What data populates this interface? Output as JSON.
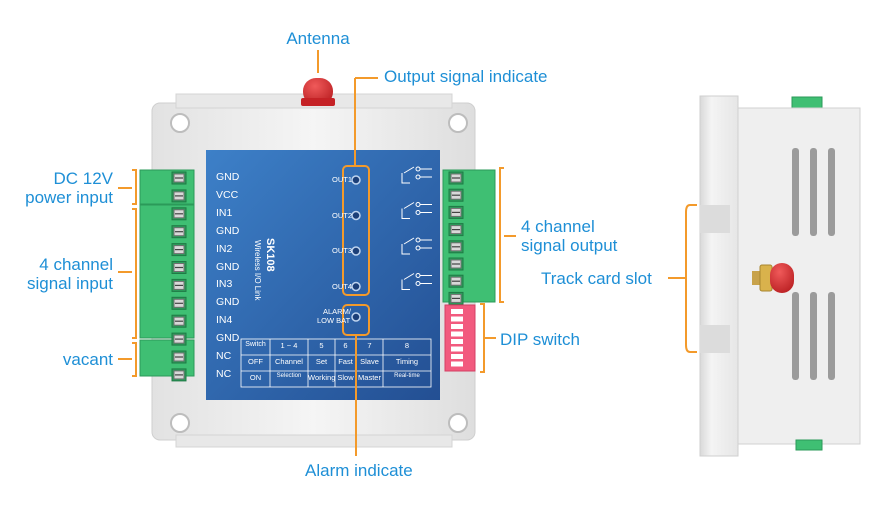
{
  "callouts": {
    "antenna": "Antenna",
    "output_signal": "Output signal indicate",
    "dc_line1": "DC 12V",
    "dc_line2": "power input",
    "signal_in_line1": "4 channel",
    "signal_in_line2": "signal input",
    "vacant": "vacant",
    "signal_out_line1": "4 channel",
    "signal_out_line2": "signal output",
    "dip_switch": "DIP switch",
    "alarm": "Alarm indicate",
    "track_slot": "Track card slot"
  },
  "device": {
    "model": "SK108",
    "subtitle": "Wireless I/O Link",
    "pins": [
      "GND",
      "VCC",
      "IN1",
      "GND",
      "IN2",
      "GND",
      "IN3",
      "GND",
      "IN4",
      "GND",
      "NC",
      "NC"
    ],
    "outputs": [
      "OUT1",
      "OUT2",
      "OUT3",
      "OUT4"
    ],
    "alarm_line1": "ALARM/",
    "alarm_line2": "LOW BAT",
    "switch_table": {
      "rows": [
        [
          "Switch",
          "1 ~ 4",
          "5",
          "6",
          "7",
          "8"
        ],
        [
          "OFF",
          "Channel",
          "Set",
          "Fast",
          "Slave",
          "Timing"
        ],
        [
          "ON",
          "Selection",
          "Working",
          "Slow",
          "Master",
          "Real-time"
        ]
      ]
    }
  },
  "colors": {
    "callout": "#1e8fd6",
    "panel_blue": "#2f6db6",
    "terminal_green": "#3fbf73",
    "antenna_red": "#d8272b",
    "enclosure": "#ececec",
    "bracket_orange": "#f39a2b",
    "dip_pink": "#f25a7e"
  }
}
